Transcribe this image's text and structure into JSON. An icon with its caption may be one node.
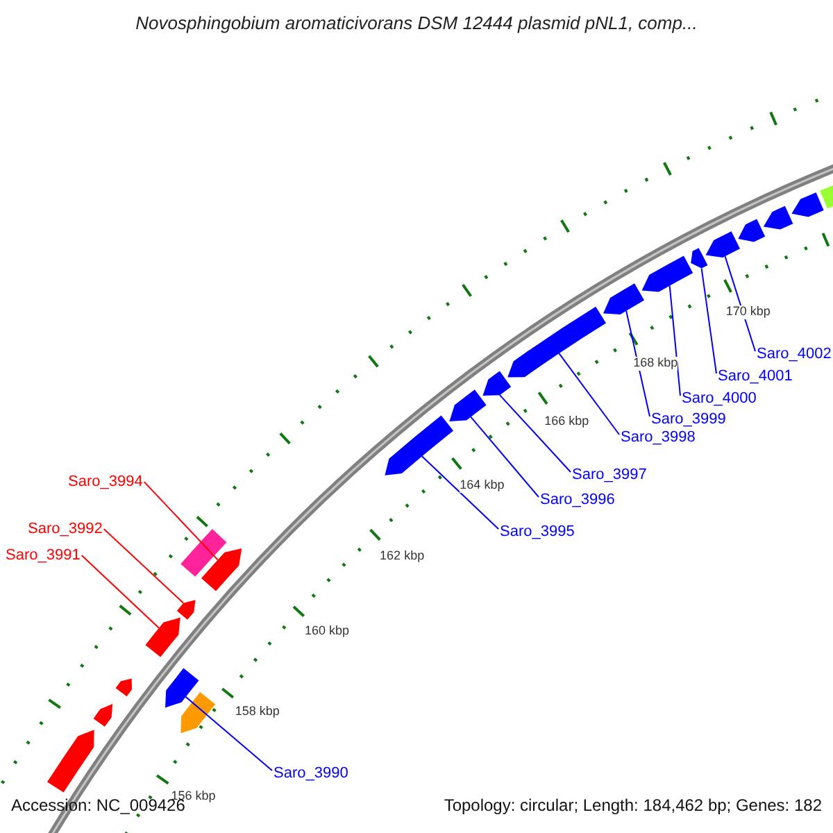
{
  "diagram": {
    "title": "Novosphingobium aromaticivorans DSM 12444 plasmid pNL1, comp...",
    "nodes": [
      {
        "text": [
          "Saro_3994"
        ]
      },
      {
        "text": [
          "Saro_3992"
        ]
      },
      {
        "text": [
          "Saro_3991"
        ]
      },
      {
        "text": [
          "Saro_3990"
        ]
      },
      {
        "text": [
          "Saro_3995"
        ]
      },
      {
        "text": [
          "Saro_3996"
        ]
      },
      {
        "text": [
          "Saro_3997"
        ]
      },
      {
        "text": [
          "Saro_3998"
        ]
      },
      {
        "text": [
          "Saro_3999"
        ]
      },
      {
        "text": [
          "Saro_4000"
        ]
      },
      {
        "text": [
          "Saro_4001"
        ]
      },
      {
        "text": [
          "Saro_4002"
        ]
      },
      {
        "text": [],
        "shape": "arrow"
      },
      {
        "text": [],
        "shape": "arrow"
      },
      {
        "text": [],
        "shape": "arrow"
      },
      {
        "text": [],
        "shape": "arrow"
      },
      {
        "text": [],
        "shape": "arrow"
      },
      {
        "text": [],
        "shape": "arrow"
      },
      {
        "text": [],
        "shape": "arrow"
      },
      {
        "text": [],
        "shape": "box"
      },
      {
        "text": [],
        "shape": "arrow"
      },
      {
        "text": [],
        "shape": "arrow"
      },
      {
        "text": [],
        "shape": "arrow"
      },
      {
        "text": [],
        "shape": "arrow"
      },
      {
        "text": [],
        "shape": "arrow"
      },
      {
        "text": [],
        "shape": "arrow"
      },
      {
        "text": [],
        "shape": "arrow"
      },
      {
        "text": [],
        "shape": "arrow"
      },
      {
        "text": [],
        "shape": "arrow"
      },
      {
        "text": [],
        "shape": "arrow"
      },
      {
        "text": [],
        "shape": "arrow"
      },
      {
        "text": [],
        "shape": "arrow"
      },
      {
        "text": [],
        "shape": "arrow"
      }
    ],
    "edges": [
      {
        "from": 0,
        "to": 20,
        "arrow": "none",
        "color": "#ff0000"
      },
      {
        "from": 1,
        "to": 18,
        "arrow": "none",
        "color": "#ff0000"
      },
      {
        "from": 2,
        "to": 17,
        "arrow": "none",
        "color": "#ff0000"
      },
      {
        "from": 3,
        "to": 16,
        "arrow": "none"
      },
      {
        "from": 4,
        "to": 21,
        "arrow": "none"
      },
      {
        "from": 5,
        "to": 22,
        "arrow": "none"
      },
      {
        "from": 6,
        "to": 23,
        "arrow": "none"
      },
      {
        "from": 7,
        "to": 24,
        "arrow": "none"
      },
      {
        "from": 8,
        "to": 25,
        "arrow": "none"
      },
      {
        "from": 9,
        "to": 26,
        "arrow": "none"
      },
      {
        "from": 10,
        "to": 27,
        "arrow": "none"
      },
      {
        "from": 11,
        "to": 28,
        "arrow": "none"
      }
    ],
    "labels": [
      "156 kbp",
      "158 kbp",
      "160 kbp",
      "162 kbp",
      "164 kbp",
      "166 kbp",
      "168 kbp",
      "170 kbp",
      "Accession: NC_009426",
      "Topology: circular; Length: 184,462 bp; Genes: 182"
    ]
  }
}
